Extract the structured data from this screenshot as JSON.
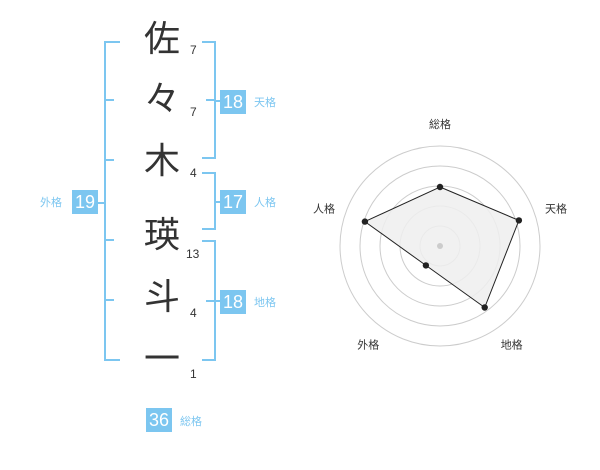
{
  "characters": [
    {
      "char": "佐",
      "strokes": "7"
    },
    {
      "char": "々",
      "strokes": "7"
    },
    {
      "char": "木",
      "strokes": "4"
    },
    {
      "char": "瑛",
      "strokes": "13"
    },
    {
      "char": "斗",
      "strokes": "4"
    },
    {
      "char": "一",
      "strokes": "1"
    }
  ],
  "scores": {
    "tenkaku": {
      "value": "18",
      "label": "天格"
    },
    "jinkaku": {
      "value": "17",
      "label": "人格"
    },
    "chikaku": {
      "value": "18",
      "label": "地格"
    },
    "gaikaku": {
      "value": "19",
      "label": "外格"
    },
    "soukaku": {
      "value": "36",
      "label": "総格"
    }
  },
  "chart_data": {
    "type": "radar",
    "axes": [
      "総格",
      "天格",
      "地格",
      "外格",
      "人格"
    ],
    "values": [
      0.59,
      0.83,
      0.76,
      0.24,
      0.79
    ],
    "range": [
      0,
      1
    ],
    "rings": 5,
    "colors": {
      "fill": "#eeeeee",
      "stroke": "#222222",
      "grid": "#cccccc",
      "center": "#cccccc"
    }
  },
  "colors": {
    "accent": "#7cc6f0"
  }
}
